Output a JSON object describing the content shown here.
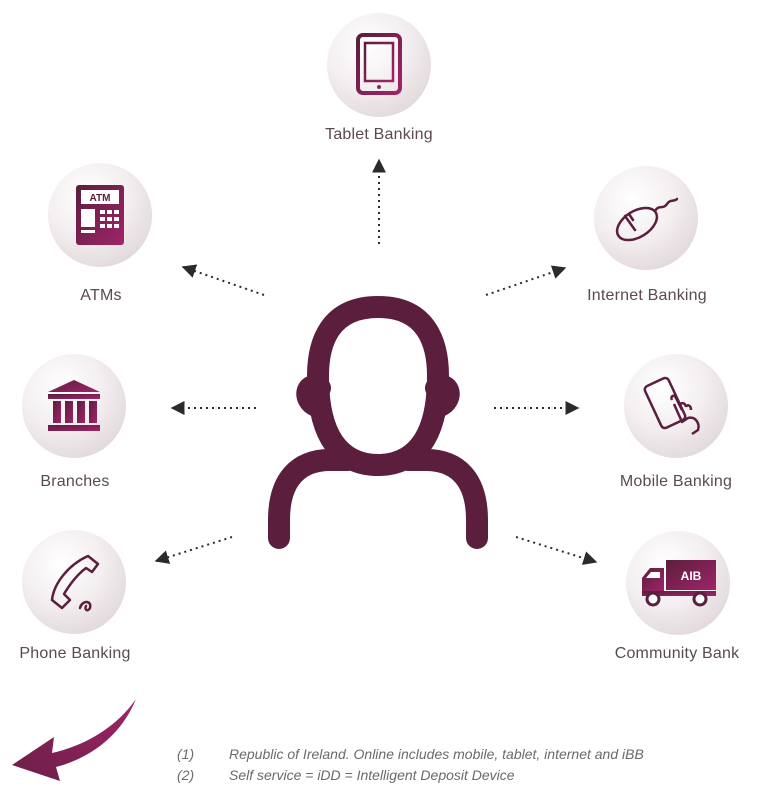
{
  "center": {
    "icon": "person-icon",
    "color": "#5b1e3c"
  },
  "channels": [
    {
      "id": "tablet-banking",
      "label": "Tablet Banking",
      "icon": "tablet-icon"
    },
    {
      "id": "atms",
      "label": "ATMs",
      "icon": "atm-icon",
      "icon_text": "ATM"
    },
    {
      "id": "internet-banking",
      "label": "Internet Banking",
      "icon": "mouse-icon"
    },
    {
      "id": "branches",
      "label": "Branches",
      "icon": "bank-building-icon"
    },
    {
      "id": "mobile-banking",
      "label": "Mobile Banking",
      "icon": "smartphone-touch-icon"
    },
    {
      "id": "phone-banking",
      "label": "Phone Banking",
      "icon": "telephone-handset-icon"
    },
    {
      "id": "community-bank",
      "label": "Community Bank",
      "icon": "truck-icon",
      "icon_text": "AIB"
    }
  ],
  "footnotes": [
    {
      "num": "(1)",
      "text": "Republic of Ireland. Online includes mobile, tablet, internet and iBB"
    },
    {
      "num": "(2)",
      "text": "Self service = iDD = Intelligent Deposit Device"
    }
  ],
  "nav": {
    "icon": "curved-back-arrow-icon"
  },
  "colors": {
    "accent": "#5b1e3c",
    "accent_light": "#8a2a5e",
    "label": "#5a4a52",
    "arrow": "#2b2b2b"
  }
}
